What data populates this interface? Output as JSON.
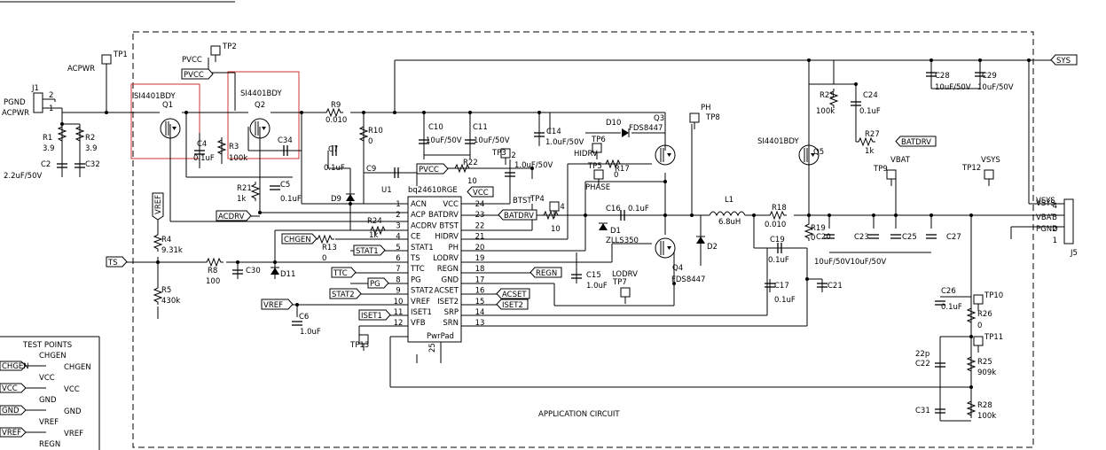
{
  "title": "APPLICATION CIRCUIT",
  "ic": {
    "ref": "U1",
    "part": "bq24610RGE",
    "footer": "PwrPad",
    "pad_num": "25",
    "left_pins": [
      {
        "num": "1",
        "name": "ACN"
      },
      {
        "num": "2",
        "name": "ACP"
      },
      {
        "num": "3",
        "name": "ACDRV"
      },
      {
        "num": "4",
        "name": "CE"
      },
      {
        "num": "5",
        "name": "STAT1"
      },
      {
        "num": "6",
        "name": "TS"
      },
      {
        "num": "7",
        "name": "TTC"
      },
      {
        "num": "8",
        "name": "PG"
      },
      {
        "num": "9",
        "name": "STAT2"
      },
      {
        "num": "10",
        "name": "VREF"
      },
      {
        "num": "11",
        "name": "ISET1"
      },
      {
        "num": "12",
        "name": "VFB"
      }
    ],
    "right_pins": [
      {
        "num": "24",
        "name": "VCC"
      },
      {
        "num": "23",
        "name": "BATDRV"
      },
      {
        "num": "22",
        "name": "BTST"
      },
      {
        "num": "21",
        "name": "HIDRV"
      },
      {
        "num": "20",
        "name": "PH"
      },
      {
        "num": "19",
        "name": "LODRV"
      },
      {
        "num": "18",
        "name": "REGN"
      },
      {
        "num": "17",
        "name": "GND"
      },
      {
        "num": "16",
        "name": "ACSET"
      },
      {
        "num": "15",
        "name": "ISET2"
      },
      {
        "num": "14",
        "name": "SRP"
      },
      {
        "num": "13",
        "name": "SRN"
      }
    ]
  },
  "connectors": {
    "j1": {
      "ref": "J1",
      "pin2": "2",
      "pin1": "1",
      "net_pgnd": "PGND",
      "net_acpwr": "ACPWR"
    },
    "j5": {
      "ref": "J5",
      "pins": [
        {
          "num": "4",
          "net": "VSYS"
        },
        {
          "num": "3",
          "net": "VBAT"
        },
        {
          "num": "2",
          "net": "PGND"
        },
        {
          "num": "1",
          "net": ""
        }
      ]
    }
  },
  "components": [
    {
      "ref": "R1",
      "value": "3.9"
    },
    {
      "ref": "R2",
      "value": "3.9"
    },
    {
      "ref": "C2",
      "value": "2.2uF/50V"
    },
    {
      "ref": "C32",
      "value": ""
    },
    {
      "ref": "Q1",
      "value": "SI4401BDY"
    },
    {
      "ref": "Q2",
      "value": "SI4401BDY"
    },
    {
      "ref": "C4",
      "value": "0.1uF"
    },
    {
      "ref": "R3",
      "value": "100k"
    },
    {
      "ref": "C34",
      "value": ""
    },
    {
      "ref": "R21",
      "value": "1k"
    },
    {
      "ref": "R9",
      "value": "0.010"
    },
    {
      "ref": "R10",
      "value": "0"
    },
    {
      "ref": "C7",
      "value": "0.1uF"
    },
    {
      "ref": "C5",
      "value": "0.1uF"
    },
    {
      "ref": "C9",
      "value": ""
    },
    {
      "ref": "D9",
      "value": ""
    },
    {
      "ref": "C10",
      "value": "10uF/50V"
    },
    {
      "ref": "C11",
      "value": "10uF/50V"
    },
    {
      "ref": "C14",
      "value": "1.0uF/50V"
    },
    {
      "ref": "R22",
      "value": "10"
    },
    {
      "ref": "C12",
      "value": "1.0uF/50V"
    },
    {
      "ref": "D10",
      "value": ""
    },
    {
      "ref": "Q3",
      "value": "FDS8447"
    },
    {
      "ref": "R17",
      "value": "0"
    },
    {
      "ref": "R14",
      "value": "10"
    },
    {
      "ref": "C16",
      "value": "0.1uF"
    },
    {
      "ref": "D1",
      "value": "ZLLS350"
    },
    {
      "ref": "Q4",
      "value": "FDS8447"
    },
    {
      "ref": "D2",
      "value": ""
    },
    {
      "ref": "L1",
      "value": "6.8uH"
    },
    {
      "ref": "C15",
      "value": "1.0uF"
    },
    {
      "ref": "R18",
      "value": "0.010"
    },
    {
      "ref": "R19",
      "value": "0"
    },
    {
      "ref": "C19",
      "value": "0.1uF"
    },
    {
      "ref": "C17",
      "value": "0.1uF"
    },
    {
      "ref": "C21",
      "value": ""
    },
    {
      "ref": "C20",
      "value": ""
    },
    {
      "ref": "C23",
      "value": ""
    },
    {
      "ref": "C25",
      "value": ""
    },
    {
      "ref": "C27",
      "value": ""
    },
    {
      "ref": "C28",
      "value": "10uF/50V"
    },
    {
      "ref": "C29",
      "value": "10uF/50V"
    },
    {
      "ref": "R23",
      "value": "100k"
    },
    {
      "ref": "C24",
      "value": "0.1uF"
    },
    {
      "ref": "R27",
      "value": "1k"
    },
    {
      "ref": "Q5",
      "value": "SI4401BDY"
    },
    {
      "ref": "R24",
      "value": "1k"
    },
    {
      "ref": "R13",
      "value": "0"
    },
    {
      "ref": "R4",
      "value": "9.31k"
    },
    {
      "ref": "R5",
      "value": "430k"
    },
    {
      "ref": "R8",
      "value": "100"
    },
    {
      "ref": "C30",
      "value": ""
    },
    {
      "ref": "D11",
      "value": ""
    },
    {
      "ref": "C6",
      "value": "1.0uF"
    },
    {
      "ref": "C26",
      "value": "0.1uF"
    },
    {
      "ref": "R26",
      "value": "0"
    },
    {
      "ref": "C22",
      "value": "22p"
    },
    {
      "ref": "R25",
      "value": "909k"
    },
    {
      "ref": "C31",
      "value": ""
    },
    {
      "ref": "R28",
      "value": "100k"
    }
  ],
  "extra_text": {
    "c20_c23_values": "10uF/50V10uF/50V",
    "btst": "BTST",
    "phase": "PHASE",
    "hidrv": "HIDRV",
    "lodrv": "LODRV",
    "net_vsys": "VSYS",
    "net_vbat_tp": "VBAT",
    "net_ph": "PH",
    "net_pvcc": "PVCC",
    "net_acpwr": "ACPWR"
  },
  "testpoints": [
    {
      "ref": "TP1"
    },
    {
      "ref": "TP2"
    },
    {
      "ref": "TP3"
    },
    {
      "ref": "TP4"
    },
    {
      "ref": "TP5"
    },
    {
      "ref": "TP6"
    },
    {
      "ref": "TP7"
    },
    {
      "ref": "TP8"
    },
    {
      "ref": "TP9"
    },
    {
      "ref": "TP10"
    },
    {
      "ref": "TP11"
    },
    {
      "ref": "TP12"
    },
    {
      "ref": "TP13"
    }
  ],
  "net_flags": {
    "pvcc_top": "PVCC",
    "pvcc_ic": "PVCC",
    "vcc": "VCC",
    "batdrv": "BATDRV",
    "batdrv_q5": "BATDRV",
    "acdrv": "ACDRV",
    "chgen": "CHGEN",
    "stat1": "STAT1",
    "ts": "TS",
    "ttc": "TTC",
    "pg": "PG",
    "stat2": "STAT2",
    "vref": "VREF",
    "vref_left": "VREF",
    "iset1": "ISET1",
    "regn": "REGN",
    "acset": "ACSET",
    "iset2": "ISET2",
    "sys": "SYS"
  },
  "test_points_legend": {
    "title": "TEST POINTS",
    "rows": [
      {
        "flag": "CHGEN",
        "net": "CHGEN",
        "label": "CHGEN"
      },
      {
        "flag": "VCC",
        "net": "VCC",
        "label": "VCC"
      },
      {
        "flag": "GND",
        "net": "GND",
        "label": "GND"
      },
      {
        "flag": "VREF",
        "net": "VREF",
        "label": "VREF"
      },
      {
        "flag": "",
        "net": "REGN",
        "label": ""
      }
    ]
  }
}
